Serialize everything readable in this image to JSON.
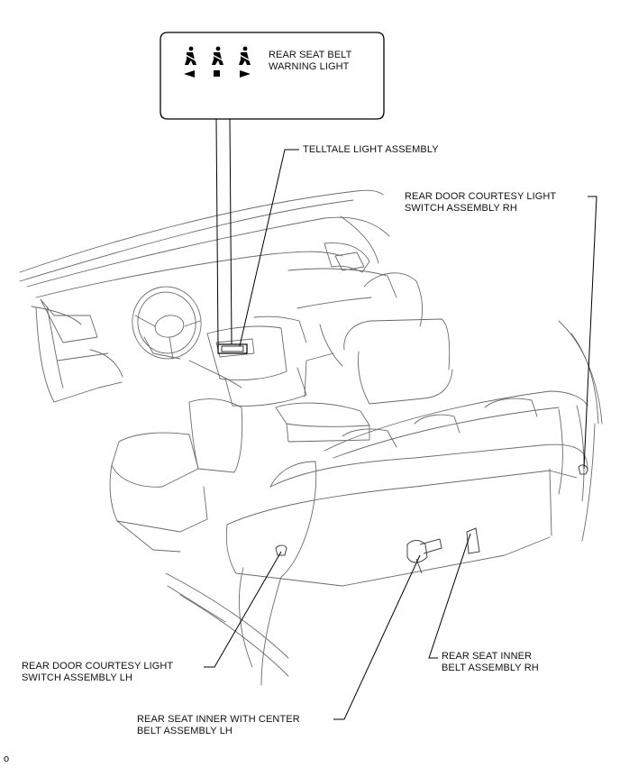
{
  "callout": {
    "title_line1": "REAR SEAT BELT",
    "title_line2": "WARNING LIGHT"
  },
  "labels": {
    "telltale": "TELLTALE LIGHT ASSEMBLY",
    "rear_door_rh_line1": "REAR DOOR COURTESY LIGHT",
    "rear_door_rh_line2": "SWITCH ASSEMBLY RH",
    "rear_door_lh_line1": "REAR DOOR COURTESY LIGHT",
    "rear_door_lh_line2": "SWITCH ASSEMBLY LH",
    "inner_rh_line1": "REAR SEAT INNER",
    "inner_rh_line2": "BELT ASSEMBLY RH",
    "inner_center_line1": "REAR SEAT INNER WITH CENTER",
    "inner_center_line2": "BELT ASSEMBLY LH"
  },
  "footer": {
    "ref": "o"
  },
  "icons": [
    "seatbelt-warning-icon",
    "arrow-left-icon",
    "square-icon",
    "arrow-right-icon"
  ]
}
